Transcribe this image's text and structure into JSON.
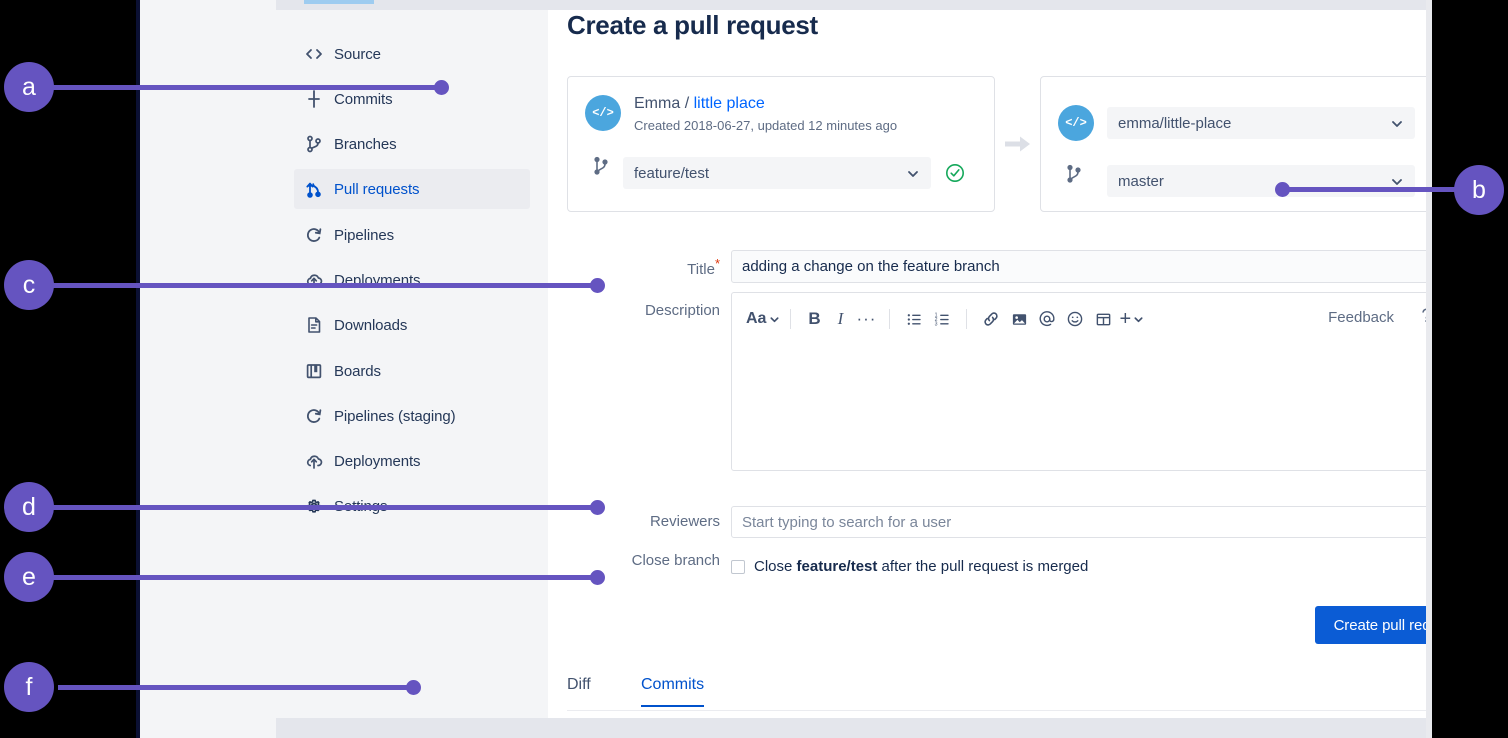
{
  "page": {
    "title": "Create a pull request"
  },
  "sidebar": {
    "items": [
      {
        "label": "Source",
        "icon": "code-icon",
        "active": false
      },
      {
        "label": "Commits",
        "icon": "commit-icon",
        "active": false
      },
      {
        "label": "Branches",
        "icon": "branch-icon",
        "active": false
      },
      {
        "label": "Pull requests",
        "icon": "pull-request-icon",
        "active": true
      },
      {
        "label": "Pipelines",
        "icon": "pipelines-icon",
        "active": false
      },
      {
        "label": "Deployments",
        "icon": "deployments-icon",
        "active": false
      },
      {
        "label": "Downloads",
        "icon": "downloads-icon",
        "active": false
      },
      {
        "label": "Boards",
        "icon": "boards-icon",
        "active": false
      },
      {
        "label": "Pipelines (staging)",
        "icon": "pipelines-icon",
        "active": false
      },
      {
        "label": "Deployments",
        "icon": "deployments-icon",
        "active": false
      },
      {
        "label": "Settings",
        "icon": "gear-icon",
        "active": false
      }
    ]
  },
  "source_panel": {
    "avatar_glyph": "</>",
    "owner": "Emma",
    "separator": "/",
    "repo_link": "little place",
    "meta": "Created 2018-06-27, updated 12 minutes ago",
    "branch_value": "feature/test",
    "branch_status": "valid"
  },
  "destination_panel": {
    "avatar_glyph": "</>",
    "repo_value": "emma/little-place",
    "branch_value": "master",
    "branch_status": "valid"
  },
  "form": {
    "title_label": "Title",
    "title_required": "*",
    "title_value": "adding a change on the feature branch",
    "description_label": "Description",
    "description_value": "",
    "reviewers_label": "Reviewers",
    "reviewers_placeholder": "Start typing to search for a user",
    "close_branch_label": "Close branch",
    "close_branch_prefix": "Close ",
    "close_branch_branch": "feature/test",
    "close_branch_suffix": " after the pull request is merged",
    "close_branch_checked": false,
    "submit_label": "Create pull request"
  },
  "editor_toolbar": {
    "font_label": "Aa",
    "bold_label": "B",
    "italic_label": "I",
    "more_label": "···",
    "plus_label": "+",
    "feedback_label": "Feedback",
    "help_label": "?",
    "icons": [
      "text-style-icon",
      "bold-icon",
      "italic-icon",
      "more-formatting-icon",
      "bullet-list-icon",
      "numbered-list-icon",
      "link-icon",
      "image-icon",
      "mention-icon",
      "emoji-icon",
      "table-icon",
      "insert-more-icon"
    ]
  },
  "tabs": [
    {
      "label": "Diff",
      "active": false
    },
    {
      "label": "Commits",
      "active": true
    }
  ],
  "annotations": [
    {
      "letter": "a",
      "target": "source-panel-top-left"
    },
    {
      "letter": "b",
      "target": "destination-branch-select"
    },
    {
      "letter": "c",
      "target": "description-field"
    },
    {
      "letter": "d",
      "target": "reviewers-field"
    },
    {
      "letter": "e",
      "target": "close-branch-checkbox"
    },
    {
      "letter": "f",
      "target": "diff-commits-tabs"
    }
  ],
  "colors": {
    "annotation": "#6554C0",
    "link": "#0052CC",
    "primary_button": "#0B5CD5",
    "avatar": "#4BA6DE",
    "status_ok": "#36B37E",
    "text": "#172B4D",
    "muted": "#5E6C84"
  }
}
